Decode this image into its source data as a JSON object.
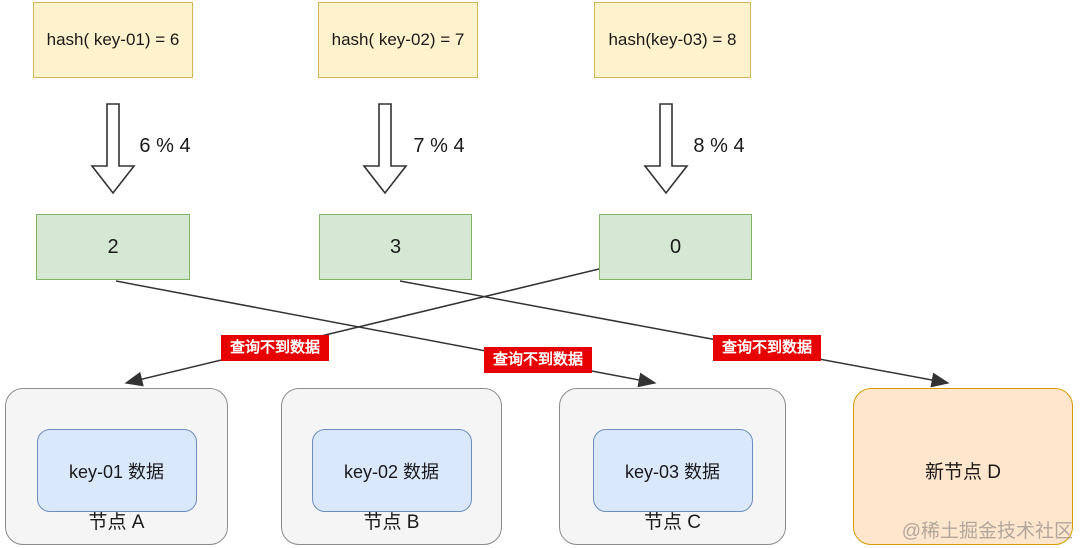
{
  "hash_boxes": [
    "hash( key-01) = 6",
    "hash( key-02) = 7",
    "hash(key-03) = 8"
  ],
  "mod_operations": [
    "6 % 4",
    "7 % 4",
    "8 % 4"
  ],
  "slot_numbers": [
    "2",
    "3",
    "0"
  ],
  "error_label": "查询不到数据",
  "nodes": [
    {
      "data_label": "key-01 数据",
      "name": "节点 A"
    },
    {
      "data_label": "key-02 数据",
      "name": "节点 B"
    },
    {
      "data_label": "key-03 数据",
      "name": "节点 C"
    }
  ],
  "new_node": {
    "name": "新节点 D"
  },
  "watermark": "@稀土掘金技术社区",
  "colors": {
    "hash_box_fill": "#FFF2CC",
    "hash_box_border": "#D6B656",
    "slot_fill": "#D5E8D4",
    "slot_border": "#82B366",
    "data_box_fill": "#DAE8FC",
    "data_box_border": "#6C8EBF",
    "node_fill": "#F5F5F5",
    "node_border": "#8c8c8c",
    "new_node_fill": "#FFE6CC",
    "new_node_border": "#D79B00",
    "error_bg": "#E60000",
    "error_text": "#FFFFFF",
    "line": "#333333"
  }
}
